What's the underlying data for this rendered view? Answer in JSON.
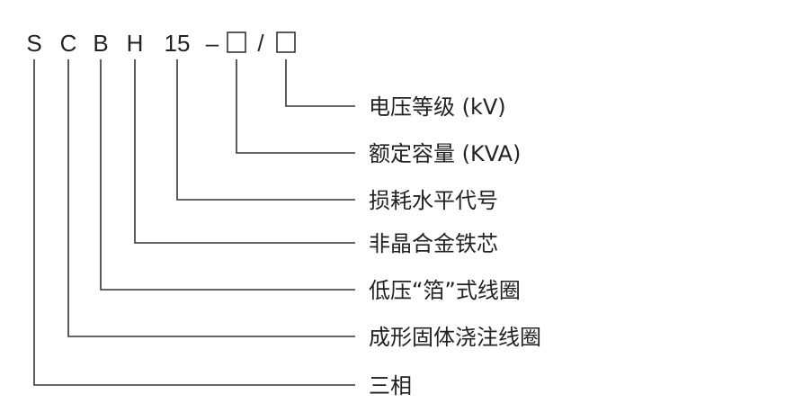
{
  "model_code": {
    "chars": [
      "S",
      "C",
      "B",
      "H",
      "15",
      "–",
      "/"
    ],
    "placeholders": 2
  },
  "labels": [
    "电压等级 (kV)",
    "额定容量 (KVA)",
    "损耗水平代号",
    "非晶合金铁芯",
    "低压“箔”式线圈",
    "成形固体浇注线圈",
    "三相"
  ],
  "colors": {
    "line": "#333333",
    "text": "#222222"
  }
}
